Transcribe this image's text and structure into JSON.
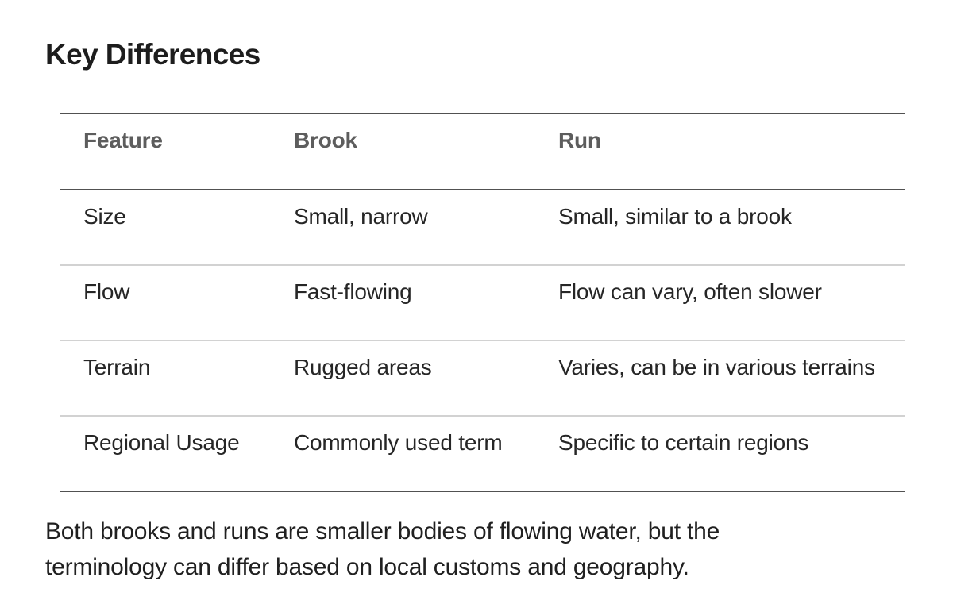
{
  "heading": "Key Differences",
  "table": {
    "columns": [
      "Feature",
      "Brook",
      "Run"
    ],
    "rows": [
      [
        "Size",
        "Small, narrow",
        "Small, similar to a brook"
      ],
      [
        "Flow",
        "Fast-flowing",
        "Flow can vary, often slower"
      ],
      [
        "Terrain",
        "Rugged areas",
        "Varies, can be in various terrains"
      ],
      [
        "Regional Usage",
        "Commonly used term",
        "Specific to certain regions"
      ]
    ]
  },
  "paragraph": {
    "line1": "Both brooks and runs are smaller bodies of flowing water, but the",
    "line2": "terminology can differ based on local customs and geography."
  },
  "colors": {
    "background": "#ffffff",
    "heading_text": "#1d1d1d",
    "body_text": "#262626",
    "table_header_text": "#5d5d5d",
    "border_strong": "#515151",
    "border_light": "#d2d2d2"
  }
}
